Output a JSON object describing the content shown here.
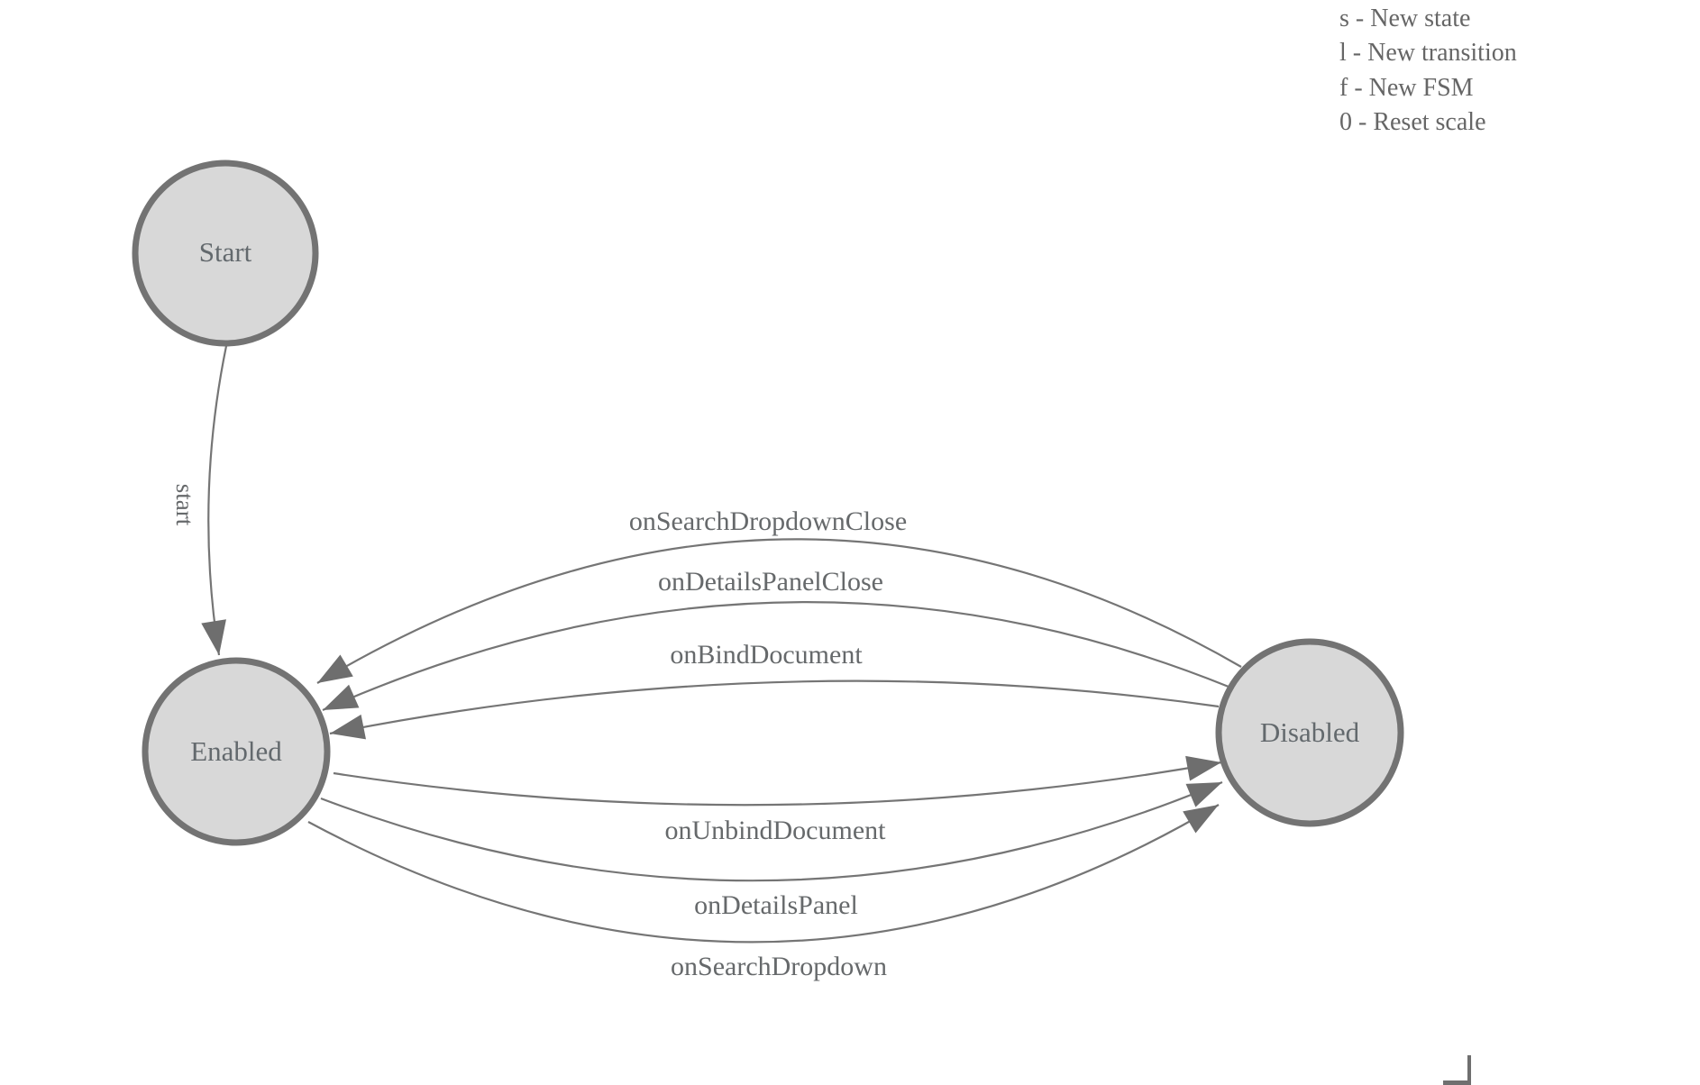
{
  "legend": {
    "lines": [
      "s - New state",
      "l - New transition",
      "f - New FSM",
      "0 - Reset scale"
    ]
  },
  "diagram": {
    "type": "finite-state-machine",
    "states": [
      {
        "id": "start",
        "label": "Start"
      },
      {
        "id": "enabled",
        "label": "Enabled"
      },
      {
        "id": "disabled",
        "label": "Disabled"
      }
    ],
    "transitions": [
      {
        "label": "start",
        "from": "Start",
        "to": "Enabled"
      },
      {
        "label": "onSearchDropdownClose",
        "from": "Disabled",
        "to": "Enabled"
      },
      {
        "label": "onDetailsPanelClose",
        "from": "Disabled",
        "to": "Enabled"
      },
      {
        "label": "onBindDocument",
        "from": "Disabled",
        "to": "Enabled"
      },
      {
        "label": "onUnbindDocument",
        "from": "Enabled",
        "to": "Disabled"
      },
      {
        "label": "onDetailsPanel",
        "from": "Enabled",
        "to": "Disabled"
      },
      {
        "label": "onSearchDropdown",
        "from": "Enabled",
        "to": "Disabled"
      }
    ]
  },
  "colors": {
    "background": "#ffffff",
    "state_fill": "#d8d8d8",
    "state_stroke": "#737373",
    "edge_stroke": "#757575",
    "arrowhead": "#6e6e6e",
    "text": "#66696b",
    "legend_text": "#666666"
  }
}
